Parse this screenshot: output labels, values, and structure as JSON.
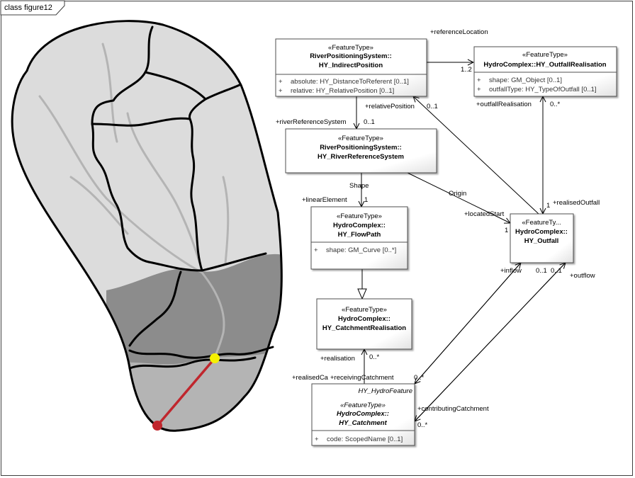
{
  "frame": {
    "title": "class figure12"
  },
  "classes": {
    "indirect_position": {
      "stereotype": "«FeatureType»",
      "name_line1": "RiverPositioningSystem::",
      "name_line2": "HY_IndirectPosition",
      "attributes": [
        {
          "vis": "+",
          "text": "absolute: HY_DistanceToReferent [0..1]"
        },
        {
          "vis": "+",
          "text": "relative: HY_RelativePosition [0..1]"
        }
      ]
    },
    "outfall_realisation": {
      "stereotype": "«FeatureType»",
      "name_line1": "HydroComplex::HY_OutfallRealisation",
      "attributes": [
        {
          "vis": "+",
          "text": "shape: GM_Object [0..1]"
        },
        {
          "vis": "+",
          "text": "outfallType: HY_TypeOfOutfall [0..1]"
        }
      ]
    },
    "river_reference_system": {
      "stereotype": "«FeatureType»",
      "name_line1": "RiverPositioningSystem::",
      "name_line2": "HY_RiverReferenceSystem"
    },
    "flow_path": {
      "stereotype": "«FeatureType»",
      "name_line1": "HydroComplex::",
      "name_line2": "HY_FlowPath",
      "attributes": [
        {
          "vis": "+",
          "text": "shape: GM_Curve [0..*]"
        }
      ]
    },
    "outfall": {
      "stereotype": "«FeatureTy...",
      "name_line1": "HydroComplex::",
      "name_line2": "HY_Outfall"
    },
    "catchment_realisation": {
      "stereotype": "«FeatureType»",
      "name_line1": "HydroComplex::",
      "name_line2": "HY_CatchmentRealisation"
    },
    "catchment": {
      "superclass": "HY_HydroFeature",
      "stereotype": "«FeatureType»",
      "name_line1": "HydroComplex::",
      "name_line2": "HY_Catchment",
      "attributes": [
        {
          "vis": "+",
          "text": "code: ScopedName [0..1]"
        }
      ]
    }
  },
  "labels": {
    "reference_location": "+referenceLocation",
    "mult_1_2": "1..2",
    "river_reference_system_role": "+riverReferenceSystem",
    "mult_0_1_a": "0..1",
    "relative_position": "+relativePosition",
    "mult_0_1_b": "0..1",
    "outfall_realisation_role": "+outfallRealisation",
    "mult_0_star_a": "0..*",
    "shape": "Shape",
    "origin": "Origin",
    "linear_element": "+linearElement",
    "mult_1_a": "1",
    "located_start": "+locatedStart",
    "mult_1_b": "1",
    "realised_outfall": "+realisedOutfall",
    "mult_1_c": "1",
    "inflow": "+inflow",
    "mult_0_1_c": "0..1",
    "mult_0_1_d": "0..1",
    "outflow": "+outflow",
    "realisation": "+realisation",
    "mult_0_star_b": "0..*",
    "realised_ca": "+realisedCa",
    "receiving_catchment": "+receivingCatchment",
    "mult_0_star_c": "0..*",
    "contributing_catchment": "+contributingCatchment",
    "mult_0_star_d": "0..*"
  },
  "colors": {
    "catchment_light": "#dcdcdc",
    "catchment_mid": "#8c8c8c",
    "catchment_low": "#b4b4b4",
    "flowpath_red": "#c0262d",
    "point_yellow": "#f5f000",
    "point_red": "#c0262d",
    "box_shade": "#e8e8e8"
  }
}
